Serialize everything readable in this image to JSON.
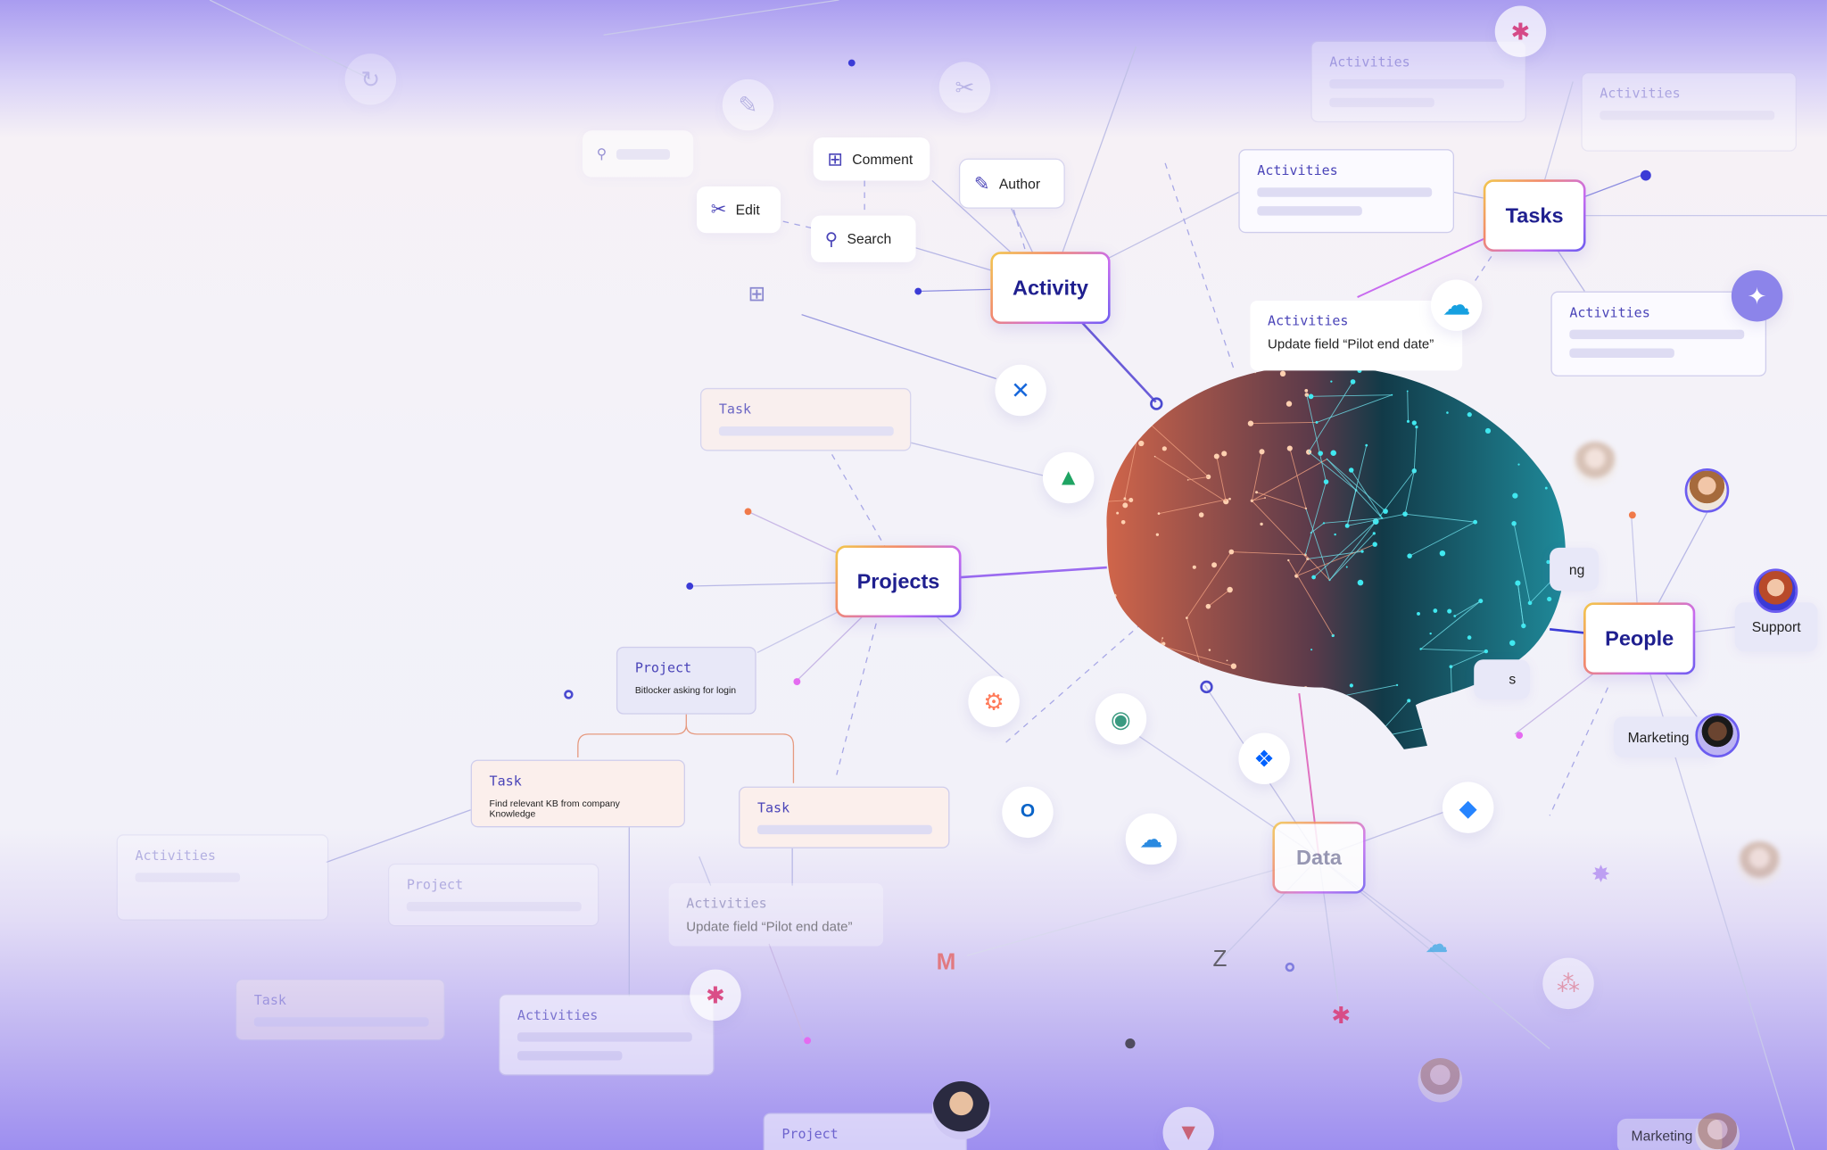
{
  "colors": {
    "accent": "#1f1f8f",
    "label": "#4a44b8",
    "dot_blue": "#3b3bd6",
    "dot_orange": "#f07a4a",
    "dot_pink": "#e46bf0"
  },
  "hubs": {
    "activity": "Activity",
    "tasks": "Tasks",
    "projects": "Projects",
    "people": "People",
    "data": "Data"
  },
  "actions": {
    "comment": "Comment",
    "edit": "Edit",
    "search": "Search",
    "author": "Author"
  },
  "cards": {
    "activities_top": {
      "title": "Activities"
    },
    "activities_update": {
      "title": "Activities",
      "text": "Update field “Pilot end date”"
    },
    "activities_right": {
      "title": "Activities"
    },
    "task_top": {
      "title": "Task"
    },
    "project": {
      "title": "Project",
      "text": "Bitlocker asking for login"
    },
    "task_kb": {
      "title": "Task",
      "text": "Find relevant KB from company Knowledge"
    },
    "task_right": {
      "title": "Task"
    },
    "activities_bottom": {
      "title": "Activities",
      "text": "Update field “Pilot end date”"
    },
    "faded_activities_left": {
      "title": "Activities"
    },
    "faded_project_left": {
      "title": "Project"
    },
    "faded_task_left": {
      "title": "Task"
    },
    "faded_activities_bottom": {
      "title": "Activities"
    },
    "faded_project_bottom": {
      "title": "Project"
    },
    "faded_activities_top1": {
      "title": "Activities"
    },
    "faded_activities_top2": {
      "title": "Activities"
    }
  },
  "teams": {
    "support": "Support",
    "marketing": "Marketing",
    "marketing_bottom": "Marketing",
    "partial1": "ng",
    "partial2": "s"
  },
  "icons": [
    "confluence-icon",
    "google-drive-icon",
    "hubspot-icon",
    "outlook-icon",
    "onedrive-icon",
    "dropbox-icon",
    "jira-icon",
    "salesforce-icon",
    "zendesk-icon",
    "slack-icon",
    "github-icon",
    "gmail-icon",
    "gitlab-icon",
    "asana-icon",
    "ai-chat-icon"
  ]
}
